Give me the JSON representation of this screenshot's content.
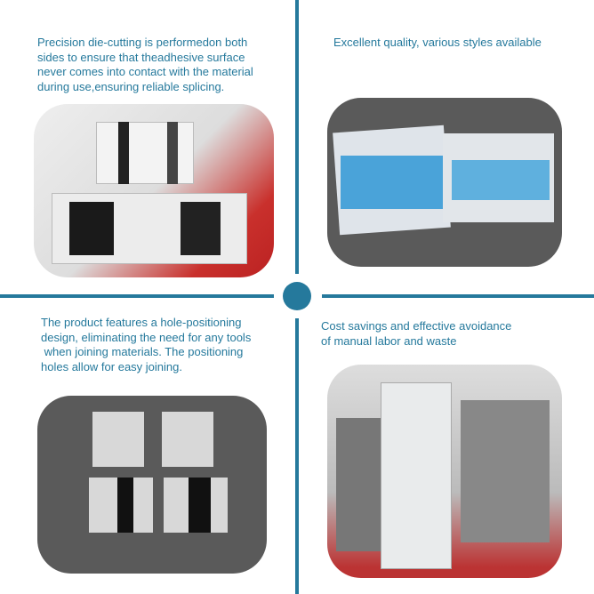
{
  "accent": "#25799c",
  "q1": {
    "text": "Precision die-cutting is performedon both\nsides to ensure that theadhesive surface\nnever comes into contact with the material\nduring use,ensuring reliable splicing."
  },
  "q2": {
    "text": "Excellent quality, various styles available"
  },
  "q3": {
    "text": "The product features a hole-positioning\ndesign, eliminating the need for any tools\n when joining materials. The positioning\nholes allow for easy joining."
  },
  "q4": {
    "text": "Cost savings and effective avoidance\nof manual labor and waste"
  }
}
